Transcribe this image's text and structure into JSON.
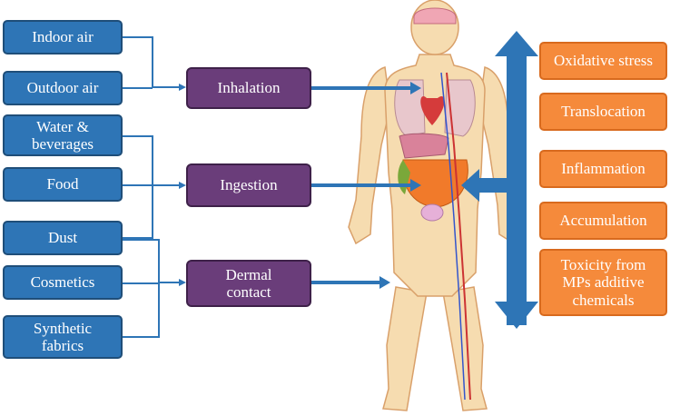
{
  "sources": [
    {
      "id": "indoor-air",
      "label": "Indoor air"
    },
    {
      "id": "outdoor-air",
      "label": "Outdoor air"
    },
    {
      "id": "water-beverages",
      "label": "Water &\nbeverages"
    },
    {
      "id": "food",
      "label": "Food"
    },
    {
      "id": "dust",
      "label": "Dust"
    },
    {
      "id": "cosmetics",
      "label": "Cosmetics"
    },
    {
      "id": "synthetic-fabrics",
      "label": "Synthetic\nfabrics"
    }
  ],
  "routes": [
    {
      "id": "inhalation",
      "label": "Inhalation"
    },
    {
      "id": "ingestion",
      "label": "Ingestion"
    },
    {
      "id": "dermal-contact",
      "label": "Dermal\ncontact"
    }
  ],
  "effects": [
    {
      "id": "oxidative-stress",
      "label": "Oxidative stress"
    },
    {
      "id": "translocation",
      "label": "Translocation"
    },
    {
      "id": "inflammation",
      "label": "Inflammation"
    },
    {
      "id": "accumulation",
      "label": "Accumulation"
    },
    {
      "id": "toxicity",
      "label": "Toxicity from\nMPs additive\nchemicals"
    }
  ],
  "colors": {
    "source_fill": "#2e75b6",
    "route_fill": "#6a3d7a",
    "effect_fill": "#f58a3b",
    "connector": "#2e75b6",
    "skin": "#f6dcb0",
    "bone": "#f3d98e"
  },
  "icons": [
    "human-body-anatomy-illustration",
    "double-headed-vertical-arrow"
  ]
}
